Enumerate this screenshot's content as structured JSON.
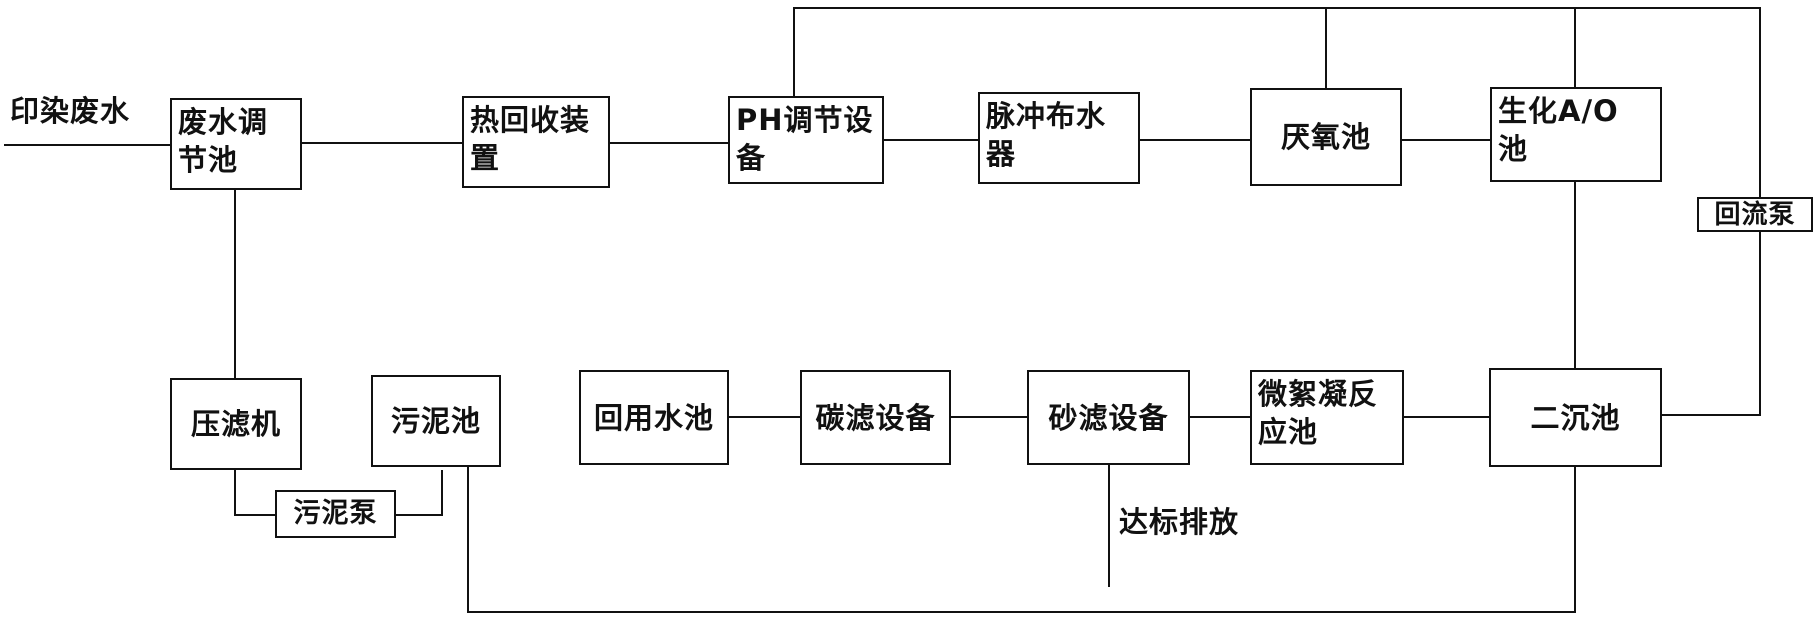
{
  "diagram": {
    "input_label": "印染废水",
    "discharge_label": "达标排放",
    "nodes": {
      "regulating_tank": "废水调\n节池",
      "heat_recovery": "热回收装\n置",
      "ph_adjust": "PH调节设\n备",
      "pulse_distributor": "脉冲布水\n器",
      "anaerobic_tank": "厌氧池",
      "bio_ao_tank": "生化A/O\n池",
      "return_pump": "回流泵",
      "filter_press": "压滤机",
      "sludge_tank": "污泥池",
      "sludge_pump": "污泥泵",
      "reuse_tank": "回用水池",
      "carbon_filter": "碳滤设备",
      "sand_filter": "砂滤设备",
      "micro_floc_tank": "微絮凝反\n应池",
      "secondary_clarifier": "二沉池"
    }
  }
}
